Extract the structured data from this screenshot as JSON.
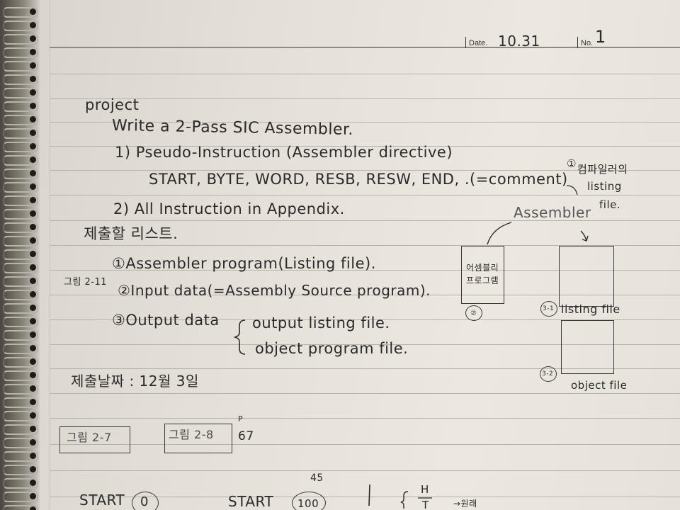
{
  "header": {
    "date_label": "Date.",
    "date_value": "10.31",
    "no_label": "No.",
    "no_value": "1"
  },
  "notes": {
    "title": "project",
    "task": "Write a 2-Pass SIC Assembler.",
    "item1": "1) Pseudo-Instruction (Assembler directive)",
    "item1_detail": "START, BYTE, WORD, RESB, RESW, END, .(=comment)",
    "item2": "2) All Instruction in Appendix.",
    "submit_heading": "제출할 리스트.",
    "list1": "①Assembler program(Listing file).",
    "margin_ref": "그림 2-11",
    "list2": "②Input data(=Assembly Source program).",
    "list3": "③Output data",
    "list3a": "output listing file.",
    "list3b": "object program file.",
    "deadline": "제출날짜 : 12월 3일"
  },
  "diagram": {
    "num1": "①",
    "compiler_label_1": "컴파일러의",
    "compiler_label_2": "listing",
    "compiler_label_3": "file.",
    "assembler": "Assembler",
    "input_box_1": "어셈블리",
    "input_box_2": "프로그램",
    "num2": "②",
    "num31": "3-1",
    "listing_file": "listing file",
    "num32": "3-2",
    "object_file": "object file"
  },
  "figures": {
    "fig1": "그림 2-7",
    "fig2": "그림 2-8",
    "page_ref": "67",
    "page_ref_mark": "P"
  },
  "bottom": {
    "start1": "START",
    "start1_val": "0",
    "start2": "START",
    "start2_val": "100",
    "above_val": "45",
    "bracket_h": "H",
    "bracket_t": "T",
    "arrow_note": "→원래"
  }
}
